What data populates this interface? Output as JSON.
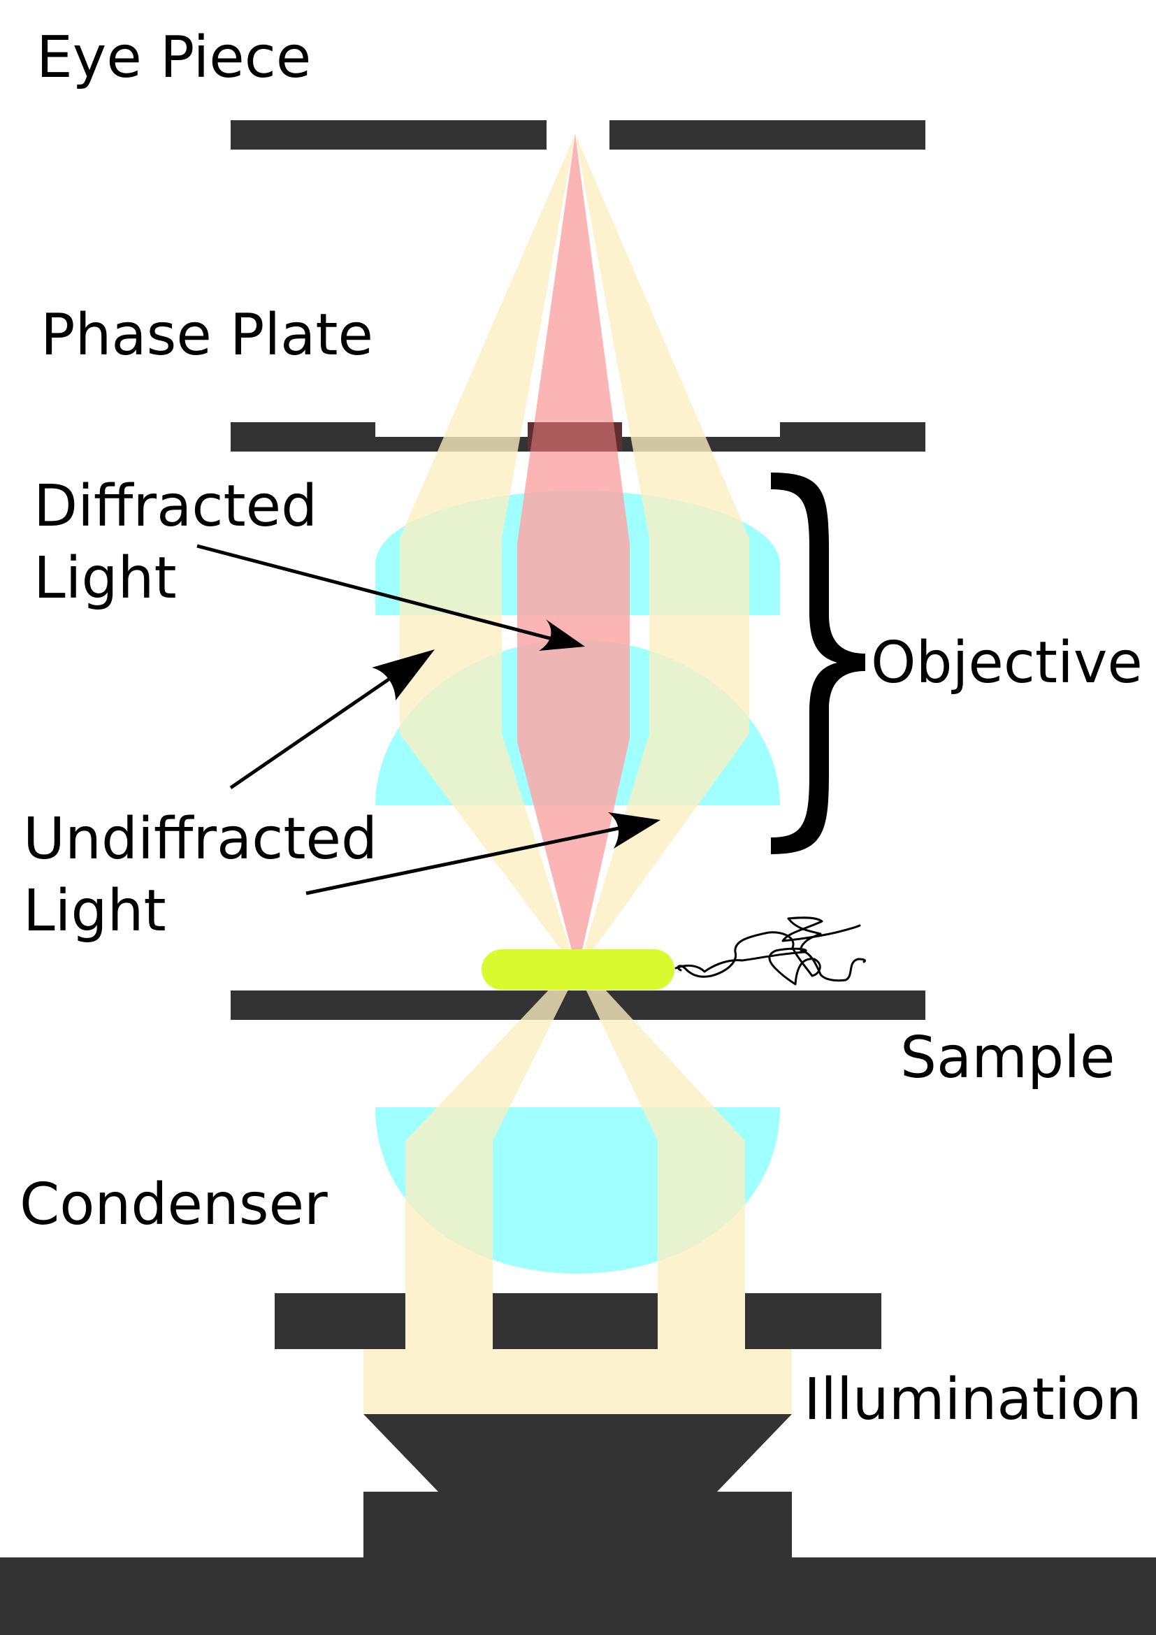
{
  "labels": {
    "eye_piece": "Eye Piece",
    "phase_plate": "Phase Plate",
    "diffracted_line1": "Diffracted",
    "diffracted_line2": "Light",
    "objective": "Objective",
    "undiffracted_line1": "Undiffracted",
    "undiffracted_line2": "Light",
    "sample": "Sample",
    "condenser": "Condenser",
    "illumination": "Illumination"
  },
  "colors": {
    "hardware": "#333333",
    "lens": "#a0ffff",
    "undiffracted_light": "#fbeec0",
    "diffracted_light": "#fca8a8",
    "sample": "#d9fa2e",
    "text": "#000000",
    "background": "#ffffff"
  }
}
